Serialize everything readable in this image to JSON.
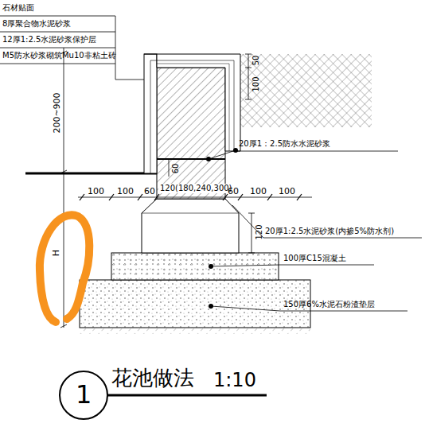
{
  "diagram": {
    "title": "花池做法",
    "labels": [
      "石材贴面",
      "8厚聚合物水泥砂浆",
      "12厚1:2.5水泥砂浆保护层",
      "M5防水砂浆砌筑Mu10非粘土砖",
      "50",
      "100",
      "200~900",
      "20厚1：2.5防水水泥砂浆",
      "60",
      "100",
      "100",
      "60",
      "120(180,240,300)",
      "60",
      "100",
      "100",
      "120",
      "20厚1:2.5水泥砂浆(内掺5%防水剂)",
      "100厚C15混凝土",
      "150厚6%水泥石粉渣垫层",
      "H",
      "1",
      "1:10"
    ]
  }
}
